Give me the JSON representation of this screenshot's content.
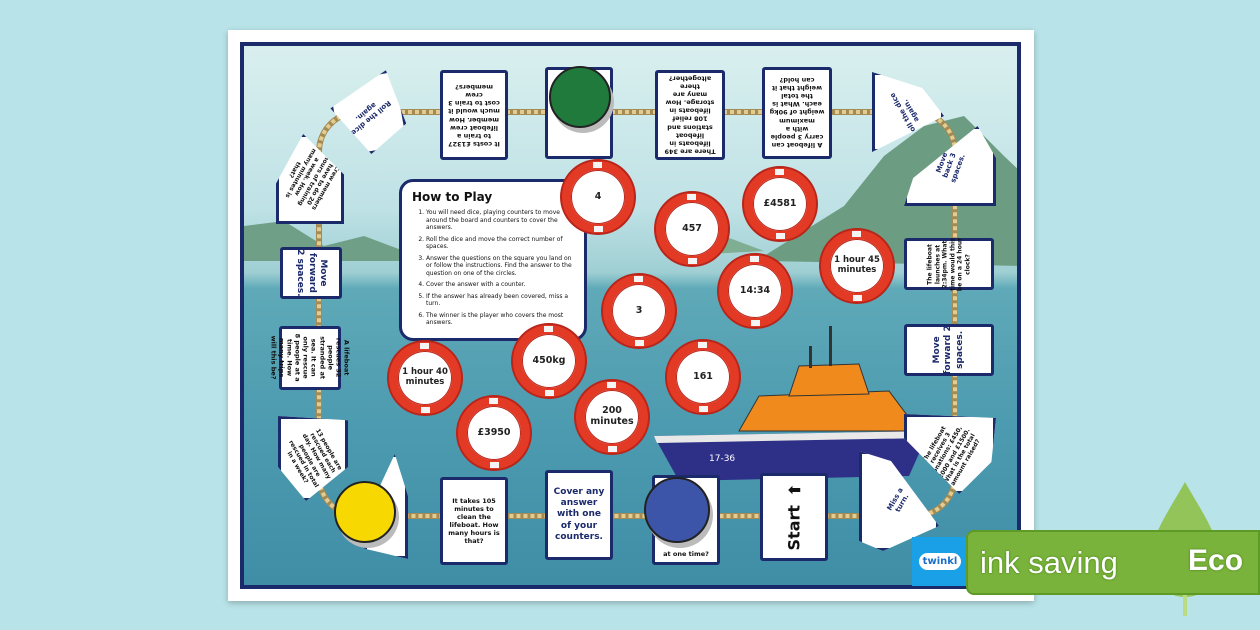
{
  "how_to_play": {
    "title": "How to Play",
    "steps": [
      "You will need dice, playing counters to move around the board and counters to cover the answers.",
      "Roll the dice and move the correct number of spaces.",
      "Answer the questions on the square you land on or follow the instructions. Find the answer to the question on one of the circles.",
      "Cover the answer with a counter.",
      "If the answer has already been covered, miss a turn.",
      "The winner is the player who covers the most answers."
    ]
  },
  "squares": {
    "top_1": "It costs £1327 to train a lifeboat crew member. How much would it cost to train 3 crew members?",
    "top_3": "There are 349 lifeboats in lifeboat stations and 108 relief lifeboats in storage. How many are there altogether?",
    "top_4": "A lifeboat can carry 3 people with a maximum weight of 90kg each. What is the total weight that it can hold?",
    "roll_left": "Roll the dice again.",
    "roll_right": "Roll the dice again.",
    "left_1": "Crew members have to do 20 hours of training a week. How many minutes is that?",
    "left_2": "Move forward 2 spaces.",
    "left_3": "A lifeboat rescues 32 people stranded at sea. It can only rescue 8 people at a time. How many trips will this be?",
    "left_4": "13 people are rescued each day. How many people are rescued in total in a week?",
    "right_1": "Move back 3 spaces.",
    "right_2": "The lifeboat launches at 2:34pm. What time would this be on a 24 hour clock?",
    "right_3": "Move forward 2 spaces.",
    "right_4": "The lifeboat receives 3 donations: £450, £2000 and £1500. What is the total amount raised?",
    "right_5": "Miss a turn.",
    "bottom_1": "It takes 105 minutes to clean the lifeboat. How many hours is that?",
    "bottom_2": "Cover any answer with one of your counters.",
    "bottom_3": "at one time?",
    "start": "Start"
  },
  "answers": [
    "4",
    "457",
    "£4581",
    "1 hour 45 minutes",
    "14:34",
    "3",
    "161",
    "450kg",
    "1 hour 40 minutes",
    "200 minutes",
    "£3950"
  ],
  "boat_number": "17-36",
  "counters": {
    "green": "#1f7a3c",
    "yellow": "#f7d800",
    "blue": "#3c55a8"
  },
  "badge": {
    "brand": "twinkl",
    "text": "ink saving",
    "label": "Eco",
    "color": "#7ab33b"
  }
}
